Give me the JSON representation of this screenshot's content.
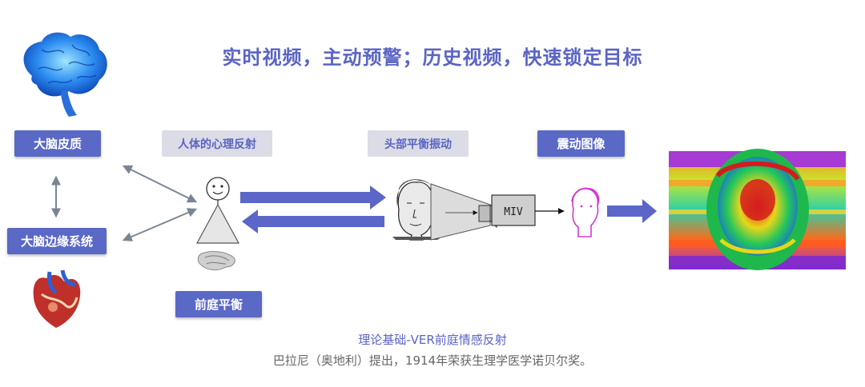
{
  "headline": "实时视频，主动预警；历史视频，快速锁定目标",
  "labels": {
    "cortex": "大脑皮质",
    "limbic": "大脑边缘系统",
    "psych_reflex": "人体的心理反射",
    "head_vibration": "头部平衡振动",
    "vibration_image": "震动图像",
    "vestibular": "前庭平衡",
    "camera_text": "MIV"
  },
  "caption": {
    "title": "理论基础-VER前庭情感反射",
    "note": "巴拉尼（奥地利）提出，1914年荣获生理学医学诺贝尔奖。"
  },
  "colors": {
    "accent": "#5a68c6",
    "arrow_blue": "#5b66c8",
    "arrow_gray": "#7a8594"
  },
  "icons": [
    "brain-icon",
    "heart-icon",
    "stick-figure-icon",
    "inner-ear-icon",
    "woman-face-icon",
    "camera-icon",
    "head-outline-icon",
    "thermal-face-image"
  ]
}
